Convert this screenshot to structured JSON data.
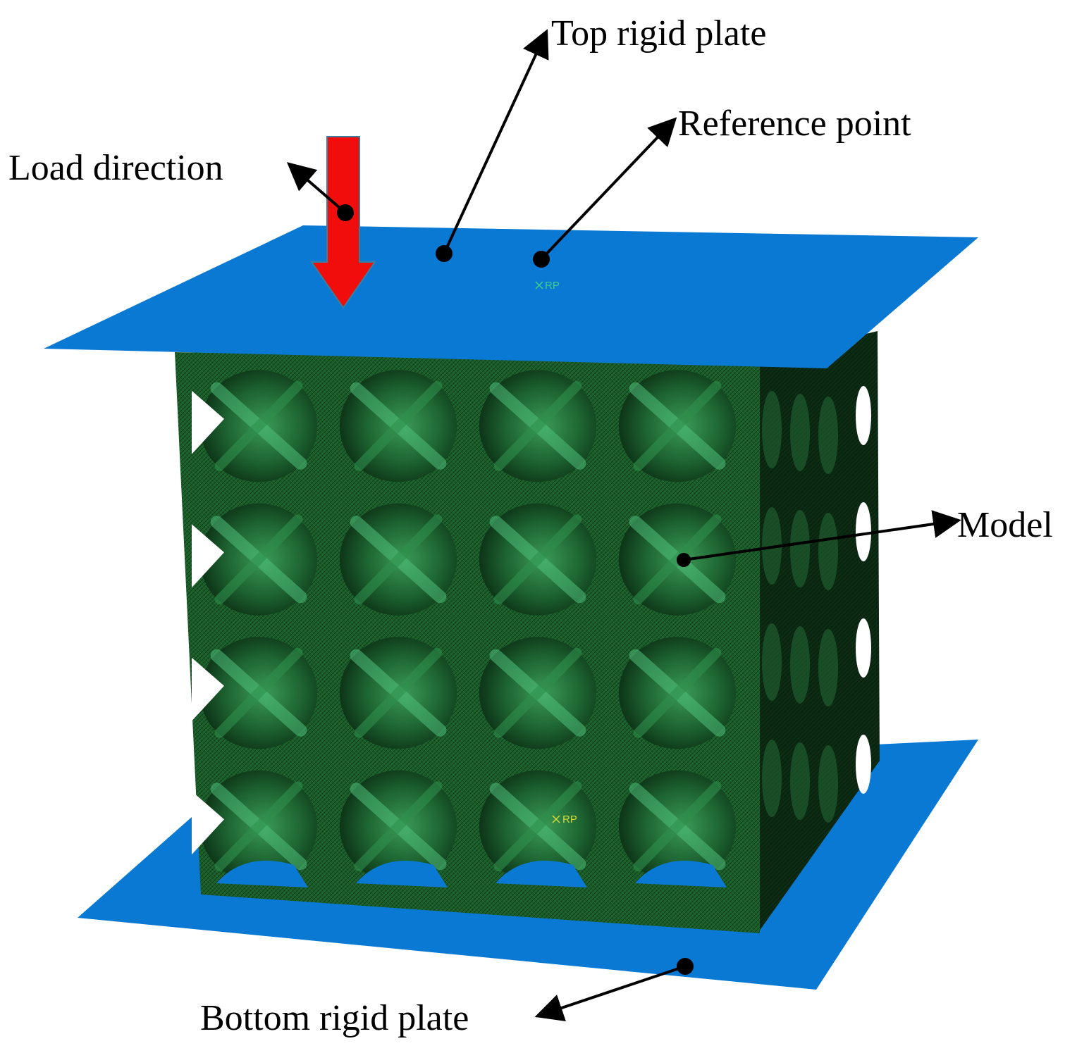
{
  "labels": {
    "top_plate": "Top rigid plate",
    "reference_point": "Reference point",
    "load_direction": "Load direction",
    "model": "Model",
    "bottom_plate": "Bottom rigid plate"
  },
  "rp_markers": {
    "top": "RP",
    "bottom": "RP"
  },
  "colors": {
    "plate": "#0a79d4",
    "model_face": "#1b5e2a",
    "model_dark": "#0b2a12",
    "model_highlight": "#4fc07a",
    "load_arrow": "#f20d0d",
    "leader": "#000000",
    "rp_top": "#3fd08a",
    "rp_bottom": "#d8d83a"
  },
  "lattice": {
    "rows": 4,
    "cols": 4
  }
}
